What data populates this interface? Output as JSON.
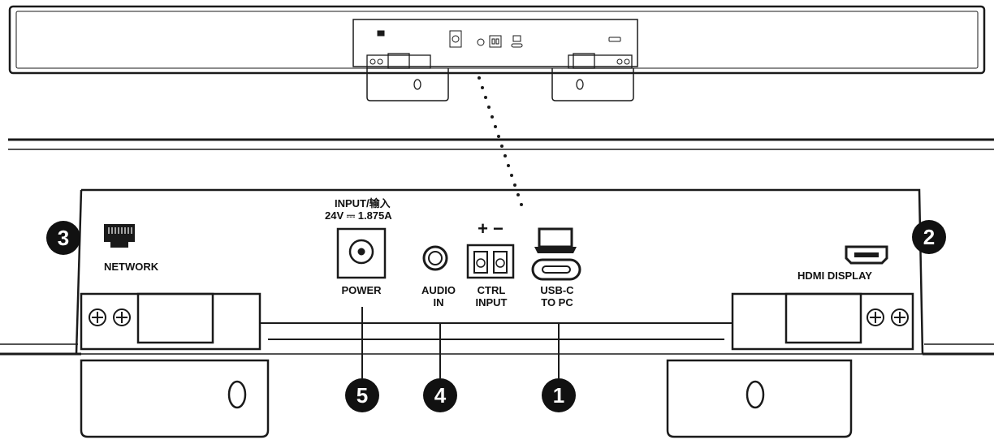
{
  "ports": {
    "power_input_line1": "INPUT/输入",
    "power_input_line2": "24V ⎓ 1.875A",
    "power": "POWER",
    "audio_in_line1": "AUDIO",
    "audio_in_line2": "IN",
    "ctrl_polarity": "+ −",
    "ctrl_input_line1": "CTRL",
    "ctrl_input_line2": "INPUT",
    "usb_c_line1": "USB-C",
    "usb_c_line2": "TO PC",
    "network": "NETWORK",
    "hdmi_display": "HDMI DISPLAY"
  },
  "callouts": {
    "usb_c": "1",
    "hdmi": "2",
    "network": "3",
    "audio": "4",
    "power": "5"
  },
  "colors": {
    "line": "#1a1a1a",
    "callout_fill": "#111111",
    "callout_text": "#ffffff",
    "background": "#ffffff"
  }
}
